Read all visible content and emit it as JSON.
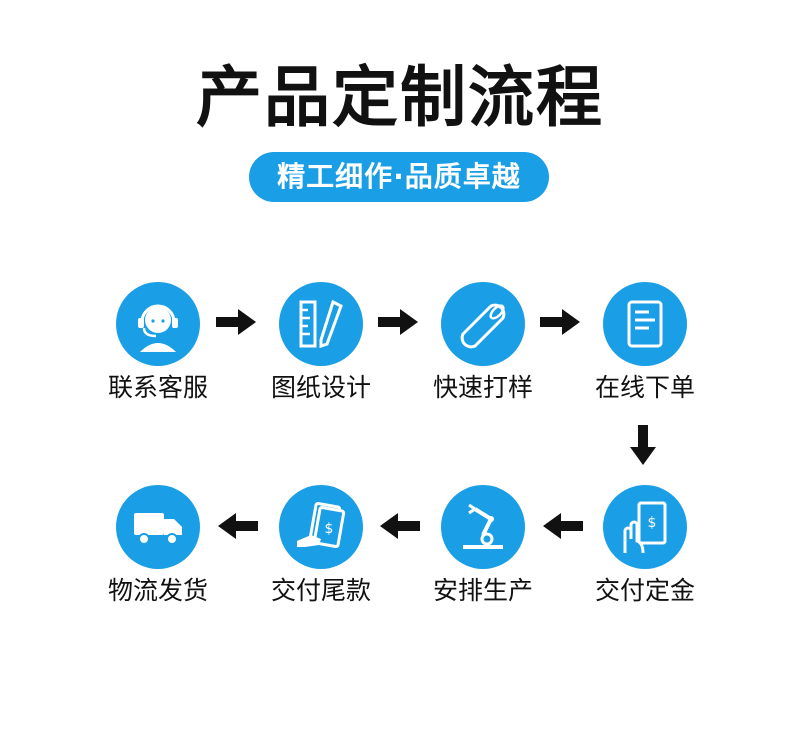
{
  "title": "产品定制流程",
  "subtitle": "精工细作·品质卓越",
  "accent_color": "#1a9ee5",
  "steps": [
    {
      "label": "联系客服",
      "icon": "customer-service-icon"
    },
    {
      "label": "图纸设计",
      "icon": "ruler-pencil-icon"
    },
    {
      "label": "快速打样",
      "icon": "pipe-icon"
    },
    {
      "label": "在线下单",
      "icon": "document-icon"
    },
    {
      "label": "交付定金",
      "icon": "hand-payment-icon"
    },
    {
      "label": "安排生产",
      "icon": "robot-arm-icon"
    },
    {
      "label": "交付尾款",
      "icon": "cash-payment-icon"
    },
    {
      "label": "物流发货",
      "icon": "delivery-truck-icon"
    }
  ]
}
